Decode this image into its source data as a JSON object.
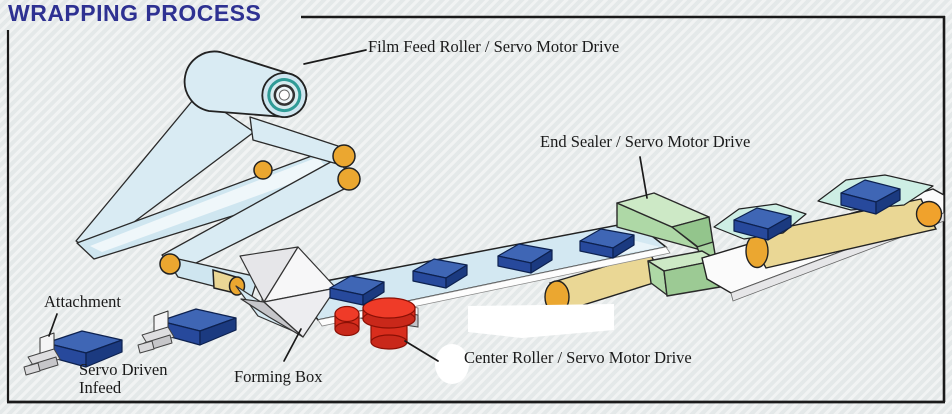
{
  "header": {
    "title": "WRAPPING PROCESS"
  },
  "labels": {
    "film_feed_roller": "Film Feed Roller / Servo Motor Drive",
    "end_sealer": "End Sealer / Servo Motor Drive",
    "attachment": "Attachment",
    "servo_driven_infeed_line1": "Servo Driven",
    "servo_driven_infeed_line2": "Infeed",
    "forming_box": "Forming Box",
    "center_roller": "Center Roller / Servo Motor Drive"
  },
  "colors": {
    "title_blue": "#2e3192",
    "film_blue": "#cfe6f0",
    "product_box_blue": "#3f66b5",
    "roller_orange": "#eba730",
    "belt_tan": "#ead795",
    "sealer_green": "#cde9c6",
    "center_roller_red": "#e23222",
    "wrap_film_teal": "#cdeee4",
    "outline": "#1a1a1a",
    "background": "#eaeded"
  }
}
